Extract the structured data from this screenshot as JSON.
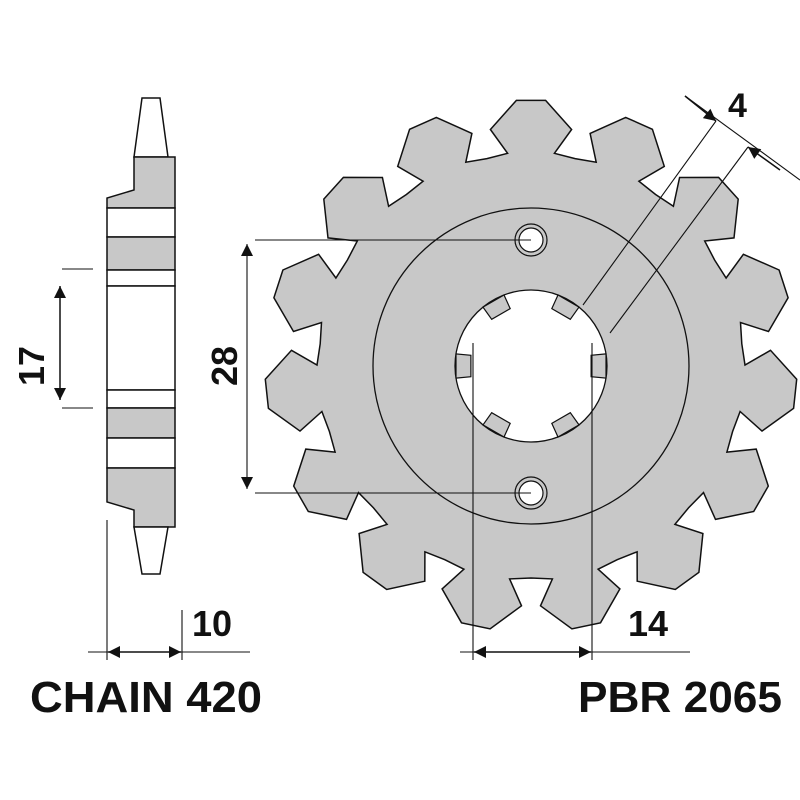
{
  "colors": {
    "part_fill": "#c8c8c8",
    "outline": "#111111",
    "background": "#ffffff"
  },
  "sprocket": {
    "teeth": 15,
    "splines": 6,
    "bolt_holes": 2
  },
  "dimensions": {
    "hub_width": "17",
    "bolt_spacing": "28",
    "thickness": "10",
    "spline_width": "14",
    "spline_depth": "4"
  },
  "labels": {
    "chain": "CHAIN 420",
    "part_number": "PBR 2065"
  }
}
